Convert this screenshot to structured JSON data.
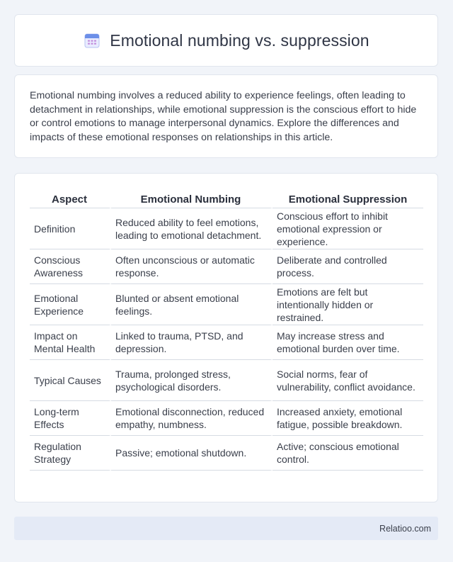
{
  "header": {
    "title": "Emotional numbing vs. suppression",
    "icon": "calendar-icon"
  },
  "intro": {
    "text": "Emotional numbing involves a reduced ability to experience feelings, often leading to detachment in relationships, while emotional suppression is the conscious effort to hide or control emotions to manage interpersonal dynamics. Explore the differences and impacts of these emotional responses on relationships in this article."
  },
  "table": {
    "headers": [
      "Aspect",
      "Emotional Numbing",
      "Emotional Suppression"
    ],
    "rows": [
      [
        "Definition",
        "Reduced ability to feel emotions, leading to emotional detachment.",
        "Conscious effort to inhibit emotional expression or experience."
      ],
      [
        "Conscious Awareness",
        "Often unconscious or automatic response.",
        "Deliberate and controlled process."
      ],
      [
        "Emotional Experience",
        "Blunted or absent emotional feelings.",
        "Emotions are felt but intentionally hidden or restrained."
      ],
      [
        "Impact on Mental Health",
        "Linked to trauma, PTSD, and depression.",
        "May increase stress and emotional burden over time."
      ],
      [
        "Typical Causes",
        "Trauma, prolonged stress, psychological disorders.",
        "Social norms, fear of vulnerability, conflict avoidance."
      ],
      [
        "Long-term Effects",
        "Emotional disconnection, reduced empathy, numbness.",
        "Increased anxiety, emotional fatigue, possible breakdown."
      ],
      [
        "Regulation Strategy",
        "Passive; emotional shutdown.",
        "Active; conscious emotional control."
      ]
    ]
  },
  "footer": {
    "brand": "Relatioo.com"
  },
  "colors": {
    "background": "#f1f4f9",
    "card": "#ffffff",
    "footer_bg": "#e4eaf6",
    "icon_accent": "#6c8fe8"
  }
}
